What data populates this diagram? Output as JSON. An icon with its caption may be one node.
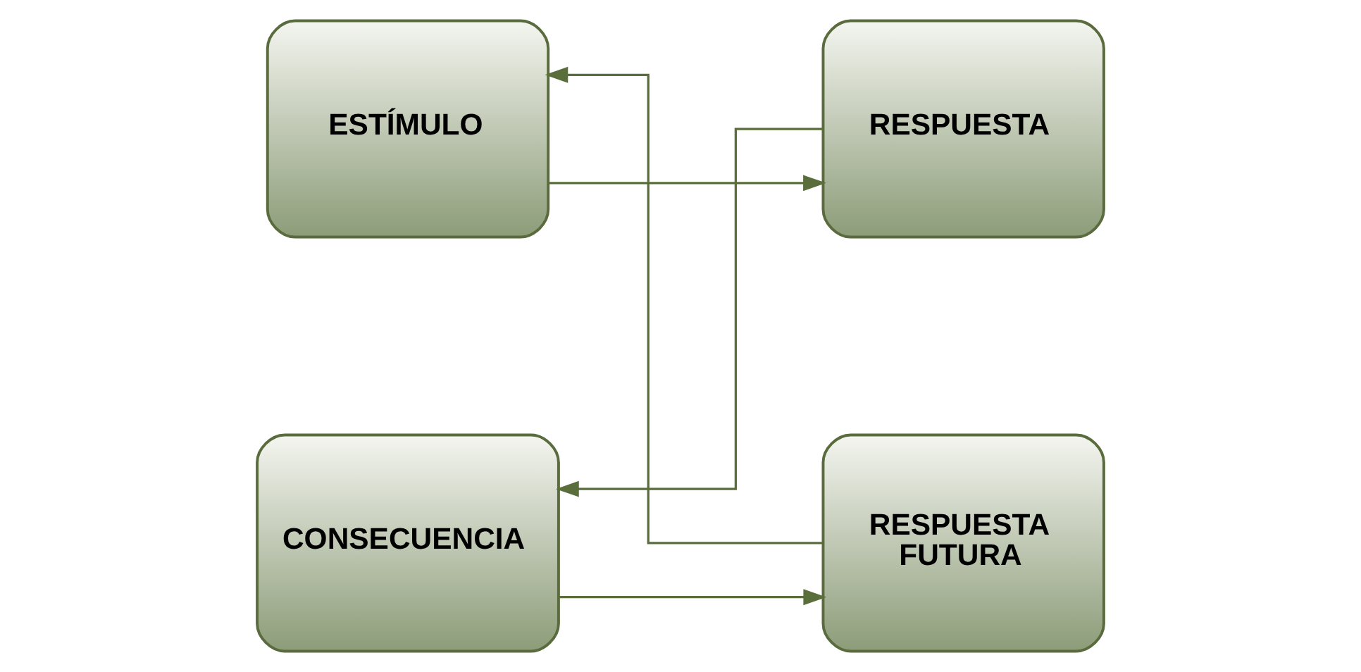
{
  "diagram": {
    "nodes": [
      {
        "text": [
          "ESTÍMULO"
        ]
      },
      {
        "text": [
          "RESPUESTA"
        ]
      },
      {
        "text": [
          "CONSECUENCIA"
        ]
      },
      {
        "text": [
          "RESPUESTA FUTURA"
        ]
      }
    ],
    "edges": [
      {
        "from": 0,
        "to": 1,
        "arrow": "to"
      },
      {
        "from": 1,
        "to": 2,
        "arrow": "to"
      },
      {
        "from": 2,
        "to": 3,
        "arrow": "to"
      },
      {
        "from": 3,
        "to": 0,
        "arrow": "to"
      }
    ]
  }
}
